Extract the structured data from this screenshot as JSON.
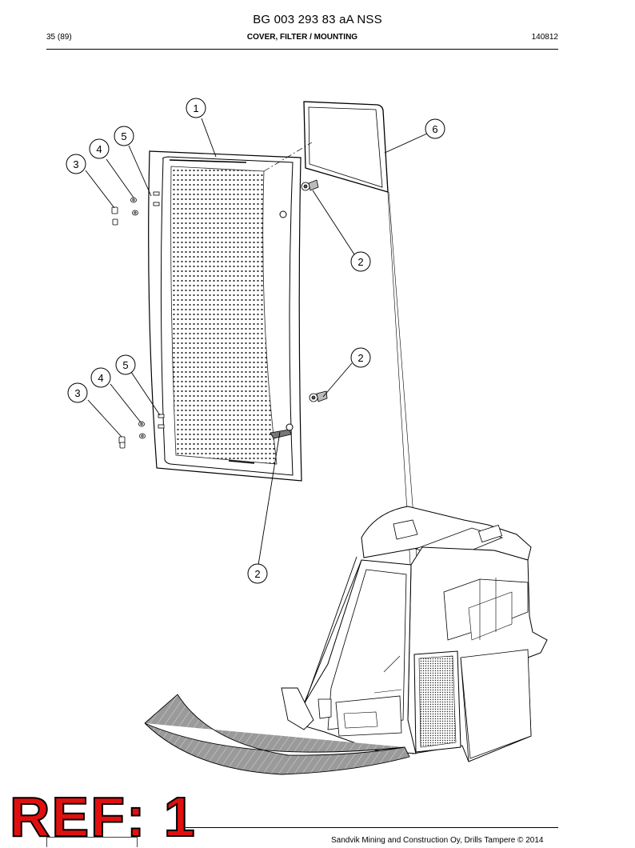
{
  "header": {
    "doc_title": "BG 003 293 83 aA NSS",
    "page": "35 (89)",
    "section": "COVER, FILTER / MOUNTING",
    "code": "140812"
  },
  "callouts": [
    {
      "id": "c1",
      "label": "1"
    },
    {
      "id": "c2a",
      "label": "2"
    },
    {
      "id": "c2b",
      "label": "2"
    },
    {
      "id": "c2c",
      "label": "2"
    },
    {
      "id": "c3a",
      "label": "3"
    },
    {
      "id": "c3b",
      "label": "3"
    },
    {
      "id": "c4a",
      "label": "4"
    },
    {
      "id": "c4b",
      "label": "4"
    },
    {
      "id": "c5a",
      "label": "5"
    },
    {
      "id": "c5b",
      "label": "5"
    },
    {
      "id": "c6",
      "label": "6"
    }
  ],
  "stamp": {
    "text": "REF: 1"
  },
  "footer": {
    "text": "Sandvik Mining and Construction Oy, Drills Tampere © 2014"
  }
}
